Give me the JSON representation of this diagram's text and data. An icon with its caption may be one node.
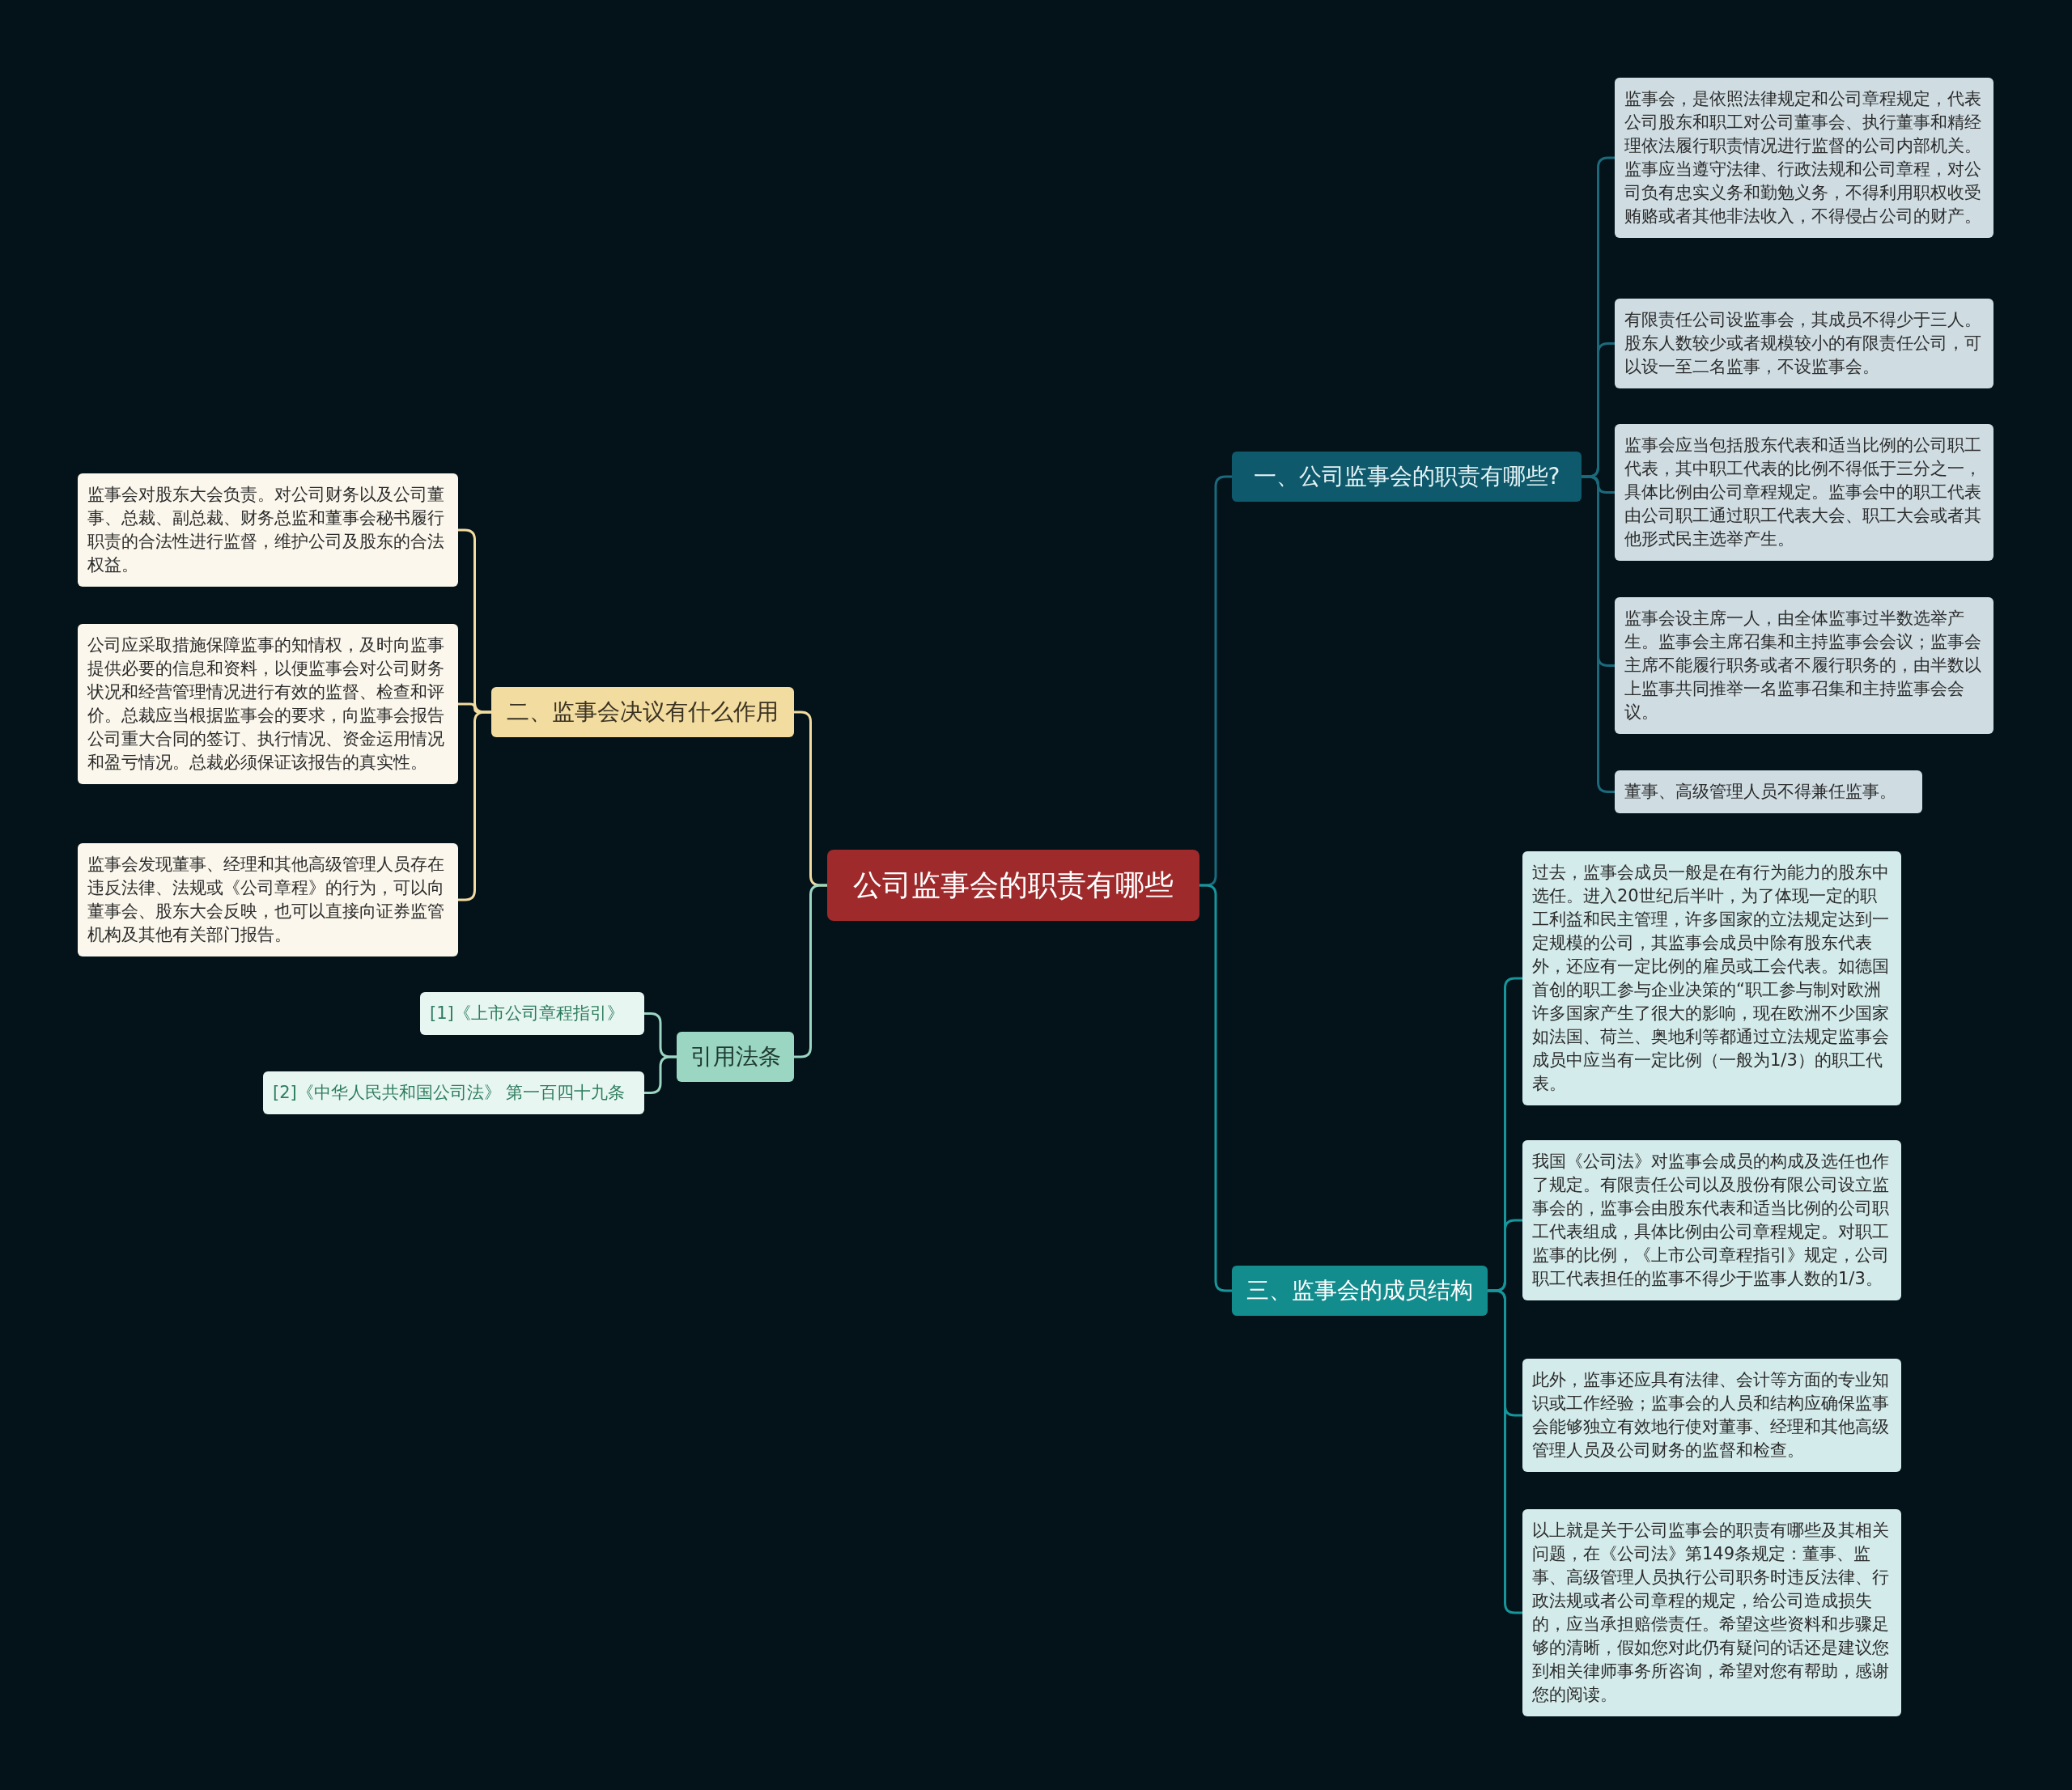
{
  "diagram": {
    "nodes": [
      {
        "text": [
          "公司监事会的职责有哪些"
        ]
      },
      {
        "text": [
          "一、公司监事会的职责有哪些?"
        ]
      },
      {
        "text": [
          "监事会，是依照法律规定和公司章程规定，代表公司股东和职工对公司董事会、执行董事和精经理依法履行职责情况进行监督的公司内部机关。监事应当遵守法律、行政法规和公司章程，对公司负有忠实义务和勤勉义务，不得利用职权收受贿赂或者其他非法收入，不得侵占公司的财产。"
        ]
      },
      {
        "text": [
          "有限责任公司设监事会，其成员不得少于三人。股东人数较少或者规模较小的有限责任公司，可以设一至二名监事，不设监事会。"
        ]
      },
      {
        "text": [
          "监事会应当包括股东代表和适当比例的公司职工代表，其中职工代表的比例不得低于三分之一，具体比例由公司章程规定。监事会中的职工代表由公司职工通过职工代表大会、职工大会或者其他形式民主选举产生。"
        ]
      },
      {
        "text": [
          "监事会设主席一人，由全体监事过半数选举产生。监事会主席召集和主持监事会会议；监事会主席不能履行职务或者不履行职务的，由半数以上监事共同推举一名监事召集和主持监事会会议。"
        ]
      },
      {
        "text": [
          "董事、高级管理人员不得兼任监事。"
        ]
      },
      {
        "text": [
          "二、监事会决议有什么作用"
        ]
      },
      {
        "text": [
          "监事会对股东大会负责。对公司财务以及公司董事、总裁、副总裁、财务总监和董事会秘书履行职责的合法性进行监督，维护公司及股东的合法权益。"
        ]
      },
      {
        "text": [
          "公司应采取措施保障监事的知情权，及时向监事提供必要的信息和资料，以便监事会对公司财务状况和经营管理情况进行有效的监督、检查和评价。总裁应当根据监事会的要求，向监事会报告公司重大合同的签订、执行情况、资金运用情况和盈亏情况。总裁必须保证该报告的真实性。"
        ]
      },
      {
        "text": [
          "监事会发现董事、经理和其他高级管理人员存在违反法律、法规或《公司章程》的行为，可以向董事会、股东大会反映，也可以直接向证券监管机构及其他有关部门报告。"
        ]
      },
      {
        "text": [
          "三、监事会的成员结构"
        ]
      },
      {
        "text": [
          "过去，监事会成员一般是在有行为能力的股东中选任。进入20世纪后半叶，为了体现一定的职工利益和民主管理，许多国家的立法规定达到一定规模的公司，其监事会成员中除有股东代表外，还应有一定比例的雇员或工会代表。如德国首创的职工参与企业决策的“职工参与制对欧洲许多国家产生了很大的影响，现在欧洲不少国家如法国、荷兰、奥地利等都通过立法规定监事会成员中应当有一定比例（一般为1/3）的职工代表。"
        ]
      },
      {
        "text": [
          "我国《公司法》对监事会成员的构成及选任也作了规定。有限责任公司以及股份有限公司设立监事会的，监事会由股东代表和适当比例的公司职工代表组成，具体比例由公司章程规定。对职工监事的比例，《上市公司章程指引》规定，公司职工代表担任的监事不得少于监事人数的1/3。"
        ]
      },
      {
        "text": [
          "此外，监事还应具有法律、会计等方面的专业知识或工作经验；监事会的人员和结构应确保监事会能够独立有效地行使对董事、经理和其他高级管理人员及公司财务的监督和检查。"
        ]
      },
      {
        "text": [
          "以上就是关于公司监事会的职责有哪些及其相关问题，在《公司法》第149条规定：董事、监事、高级管理人员执行公司职务时违反法律、行政法规或者公司章程的规定，给公司造成损失的，应当承担赔偿责任。希望这些资料和步骤足够的清晰，假如您对此仍有疑问的话还是建议您到相关律师事务所咨询，希望对您有帮助，感谢您的阅读。"
        ]
      },
      {
        "text": [
          "引用法条"
        ]
      },
      {
        "text": [
          "[1]《上市公司章程指引》"
        ]
      },
      {
        "text": [
          "[2]《中华人民共和国公司法》 第一百四十九条"
        ]
      }
    ],
    "edges": [
      {
        "from": 0,
        "to": 1,
        "arrow": "none",
        "color": "#1b6a7c"
      },
      {
        "from": 1,
        "to": 2,
        "arrow": "none",
        "color": "#1b6a7c"
      },
      {
        "from": 1,
        "to": 3,
        "arrow": "none",
        "color": "#1b6a7c"
      },
      {
        "from": 1,
        "to": 4,
        "arrow": "none",
        "color": "#1b6a7c"
      },
      {
        "from": 1,
        "to": 5,
        "arrow": "none",
        "color": "#1b6a7c"
      },
      {
        "from": 1,
        "to": 6,
        "arrow": "none",
        "color": "#1b6a7c"
      },
      {
        "from": 0,
        "to": 7,
        "arrow": "none",
        "color": "#f2dca0"
      },
      {
        "from": 7,
        "to": 8,
        "arrow": "none",
        "color": "#f2dca0"
      },
      {
        "from": 7,
        "to": 9,
        "arrow": "none",
        "color": "#f2dca0"
      },
      {
        "from": 7,
        "to": 10,
        "arrow": "none",
        "color": "#f2dca0"
      },
      {
        "from": 0,
        "to": 11,
        "arrow": "none",
        "color": "#16969a"
      },
      {
        "from": 11,
        "to": 12,
        "arrow": "none",
        "color": "#16969a"
      },
      {
        "from": 11,
        "to": 13,
        "arrow": "none",
        "color": "#16969a"
      },
      {
        "from": 11,
        "to": 14,
        "arrow": "none",
        "color": "#16969a"
      },
      {
        "from": 11,
        "to": 15,
        "arrow": "none",
        "color": "#16969a"
      },
      {
        "from": 0,
        "to": 16,
        "arrow": "none",
        "color": "#9ad6c1"
      },
      {
        "from": 16,
        "to": 17,
        "arrow": "none",
        "color": "#9ad6c1"
      },
      {
        "from": 16,
        "to": 18,
        "arrow": "none",
        "color": "#9ad6c1"
      }
    ]
  }
}
